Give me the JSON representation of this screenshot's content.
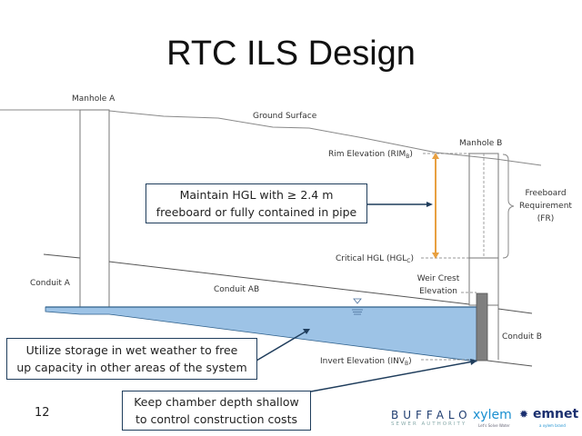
{
  "slide": {
    "title": "RTC ILS Design",
    "page_number": "12"
  },
  "diagram": {
    "labels": {
      "manhole_a": "Manhole A",
      "manhole_b": "Manhole B",
      "ground_surface": "Ground Surface",
      "rim_elevation": "Rim Elevation (RIM",
      "rim_sub": "B",
      "critical_hgl": "Critical HGL (HGL",
      "critical_sub": "C",
      "freeboard_1": "Freeboard",
      "freeboard_2": "Requirement",
      "freeboard_3": "(FR)",
      "weir_1": "Weir Crest",
      "weir_2": "Elevation",
      "conduit_a": "Conduit A",
      "conduit_ab": "Conduit AB",
      "conduit_b": "Conduit B",
      "invert_elevation": "Invert Elevation (INV",
      "invert_sub": "B"
    },
    "callouts": {
      "hgl": [
        "Maintain HGL with ≥ 2.4 m",
        "freeboard or fully contained in pipe"
      ],
      "storage": [
        "Utilize storage in wet weather to free",
        "up capacity in other areas of the system"
      ],
      "depth": [
        "Keep chamber depth shallow",
        "to control construction costs"
      ]
    },
    "colors": {
      "water": "#9dc3e6",
      "water_edge": "#2e5f8a",
      "freeboard_arrow": "#e8a040",
      "callout_border": "#1f3d5c",
      "weir": "#7f7f7f"
    }
  },
  "logos": {
    "bsa_line1": "BUFFALO",
    "bsa_line2": "SEWER AUTHORITY",
    "xylem": "xylem",
    "xylem_tag": "Let's Solve Water",
    "emnet": "emnet",
    "emnet_tag": "a xylem brand"
  }
}
